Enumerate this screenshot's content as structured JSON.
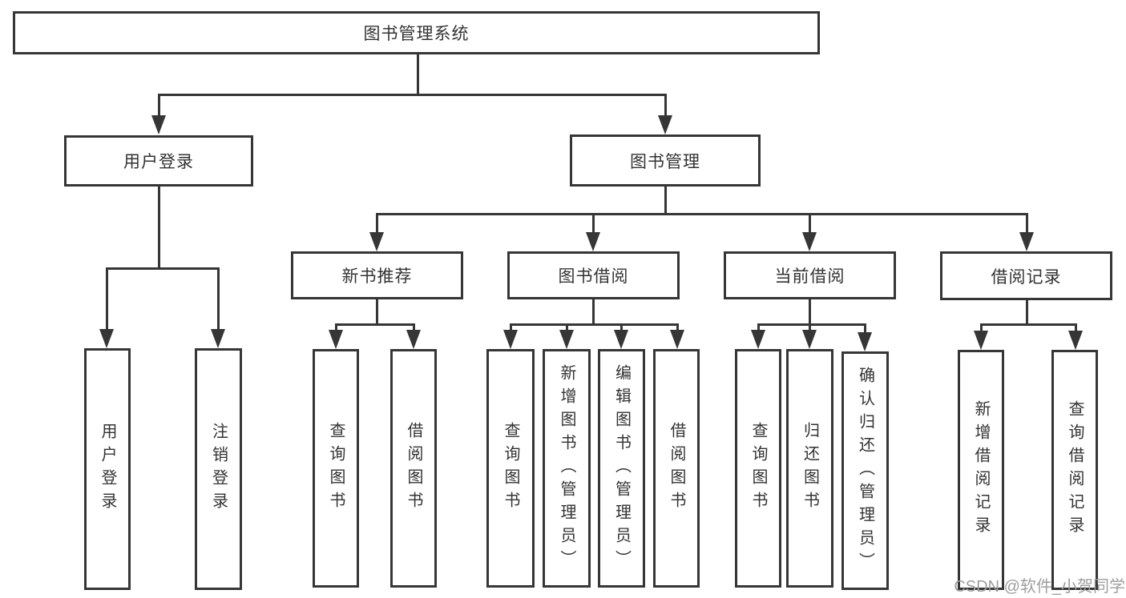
{
  "diagram": {
    "type": "hierarchy-chart",
    "root": "图书管理系统",
    "branches": [
      {
        "label": "用户登录",
        "children": [
          "用户登录",
          "注销登录"
        ]
      },
      {
        "label": "图书管理",
        "groups": [
          {
            "label": "新书推荐",
            "children": [
              "查询图书",
              "借阅图书"
            ]
          },
          {
            "label": "图书借阅",
            "children": [
              "查询图书",
              "新增图书（管理员）",
              "编辑图书（管理员）",
              "借阅图书"
            ]
          },
          {
            "label": "当前借阅",
            "children": [
              "查询图书",
              "归还图书",
              "确认归还（管理员）"
            ]
          },
          {
            "label": "借阅记录",
            "children": [
              "新增借阅记录",
              "查询借阅记录"
            ]
          }
        ]
      }
    ]
  },
  "watermark": "CSDN @软件_小贺同学",
  "colors": {
    "line": "#363636",
    "box_border": "#363636",
    "text": "#333333",
    "background": "#ffffff",
    "watermark": "#9e9e9e"
  }
}
